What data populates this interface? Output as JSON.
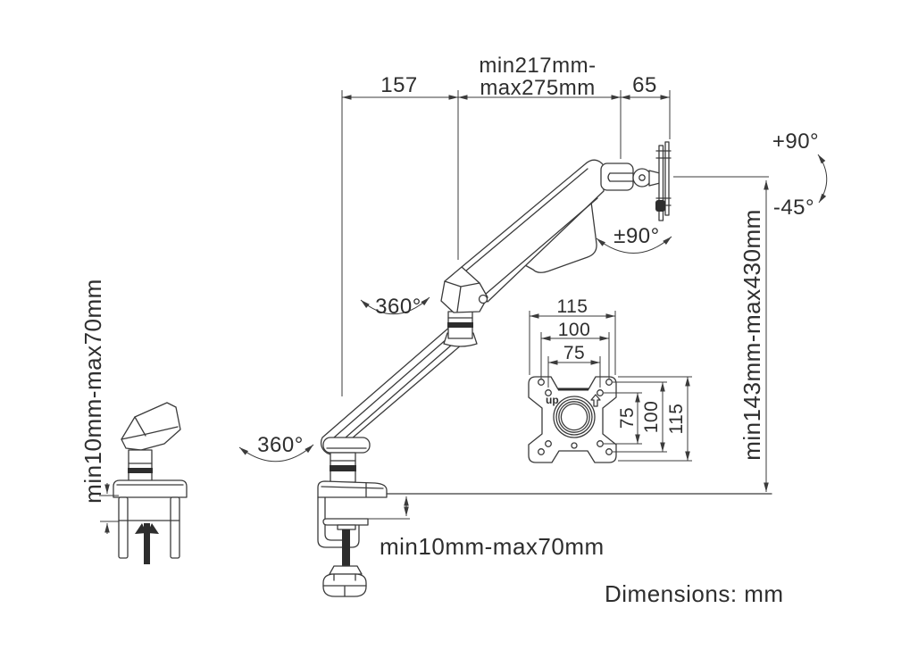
{
  "figure": {
    "type": "technical-drawing",
    "subject": "gas-spring monitor desk mount arm, side view with VESA plate and clamp details",
    "footer": "Dimensions: mm"
  },
  "colors": {
    "line": "#3b3b3b",
    "text": "#2e2e2e",
    "background": "#ffffff"
  },
  "dimensions": {
    "arm_reach_base_to_elbow": "157",
    "arm_reach_elbow_line1": "min217mm-",
    "arm_reach_elbow_line2": "max275mm",
    "head_offset": "65",
    "height_range": "min143mm-max430mm",
    "clamp_thickness_left": "min10mm-max70mm",
    "clamp_thickness_bottom": "min10mm-max70mm"
  },
  "angles": {
    "tilt_up": "+90°",
    "tilt_down": "-45°",
    "head_swivel": "±90°",
    "elbow_rotation": "360°",
    "base_rotation": "360°"
  },
  "vesa": {
    "width_115": "115",
    "width_100": "100",
    "width_75": "75",
    "height_75": "75",
    "height_100": "100",
    "height_115": "115",
    "up_label": "up"
  }
}
